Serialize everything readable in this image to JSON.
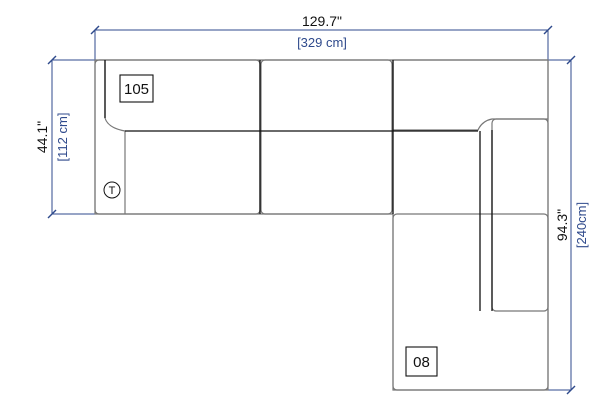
{
  "dimensions": {
    "width": {
      "imperial": "129.7\"",
      "metric": "[329 cm]"
    },
    "depth_left": {
      "imperial": "44.1\"",
      "metric": "[112 cm]"
    },
    "depth_right": {
      "imperial": "94.3\"",
      "metric": "[240cm]"
    }
  },
  "modules": {
    "left_label": "105",
    "right_label": "08"
  },
  "marker": {
    "symbol": "T"
  },
  "colors": {
    "dimension": "#2f4a8c",
    "outline": "#777777",
    "seam": "#111111"
  }
}
